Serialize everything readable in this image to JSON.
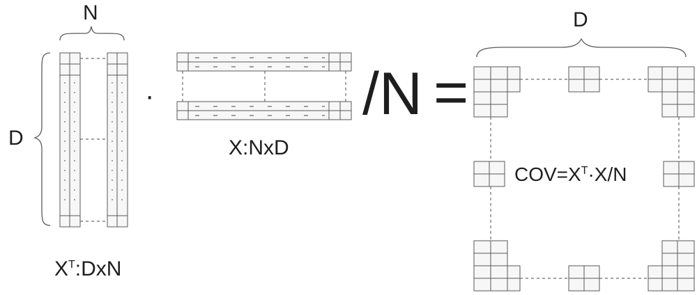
{
  "labels": {
    "n_top": "N",
    "d_left": "D",
    "d_top": "D",
    "xt_main": "X",
    "xt_sup": "T",
    "xt_rest": ":DxN",
    "x_shape": "X:NxD",
    "dot": "·",
    "div_n": "/N",
    "equals": "=",
    "cov_pre": "COV=X",
    "cov_sup": "T",
    "cov_post": "·X/N"
  },
  "colors": {
    "line": "#5a5a5a",
    "dash": "#6a6a6a",
    "fill": "#f7f7f7",
    "text": "#1e1e1e"
  }
}
